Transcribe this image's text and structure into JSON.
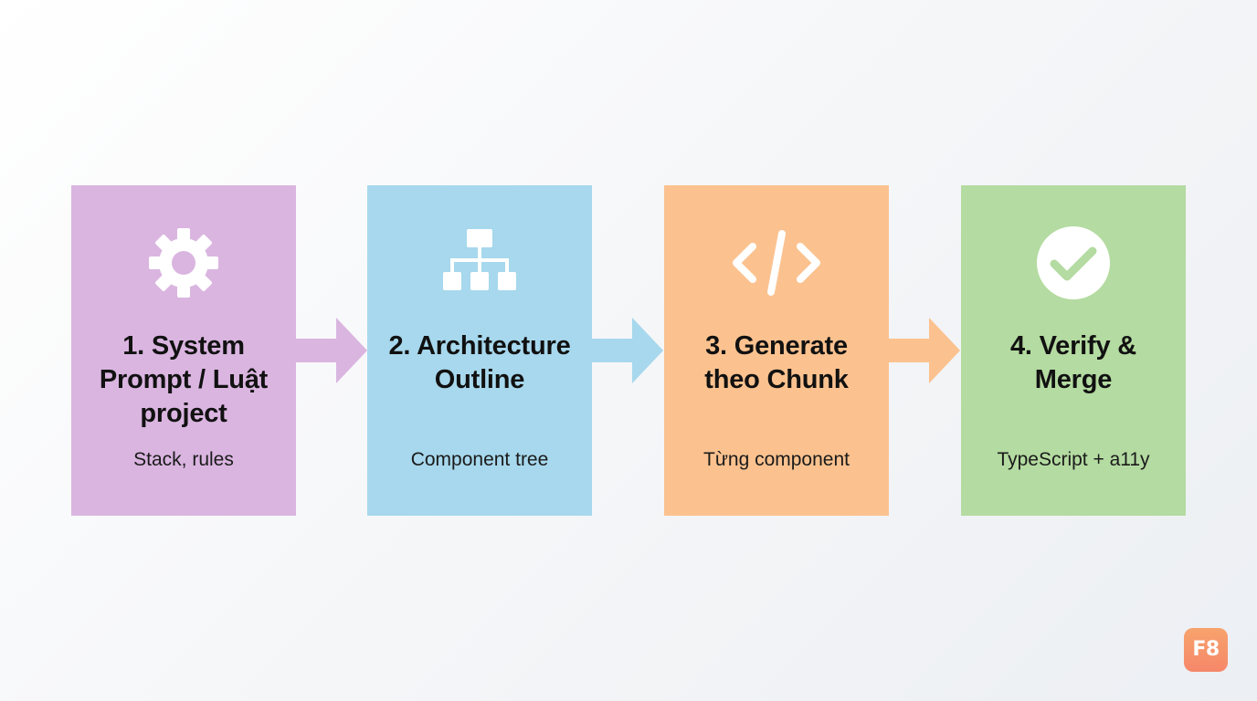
{
  "colors": {
    "purple": "#dab5e0",
    "blue": "#a7d8ed",
    "orange": "#fbc28f",
    "green": "#b4dba1"
  },
  "steps": [
    {
      "title": "1. System\nPrompt / Luật\nproject",
      "subtitle": "Stack, rules",
      "icon": "gear-icon"
    },
    {
      "title": "2. Architecture\nOutline",
      "subtitle": "Component tree",
      "icon": "hierarchy-icon"
    },
    {
      "title": "3. Generate\ntheo Chunk",
      "subtitle": "Từng component",
      "icon": "code-icon"
    },
    {
      "title": "4. Verify &\nMerge",
      "subtitle": "TypeScript + a11y",
      "icon": "check-circle-icon"
    }
  ],
  "arrows": [
    "arrow-right-icon",
    "arrow-right-icon",
    "arrow-right-icon"
  ],
  "logo": {
    "text": "F8"
  }
}
